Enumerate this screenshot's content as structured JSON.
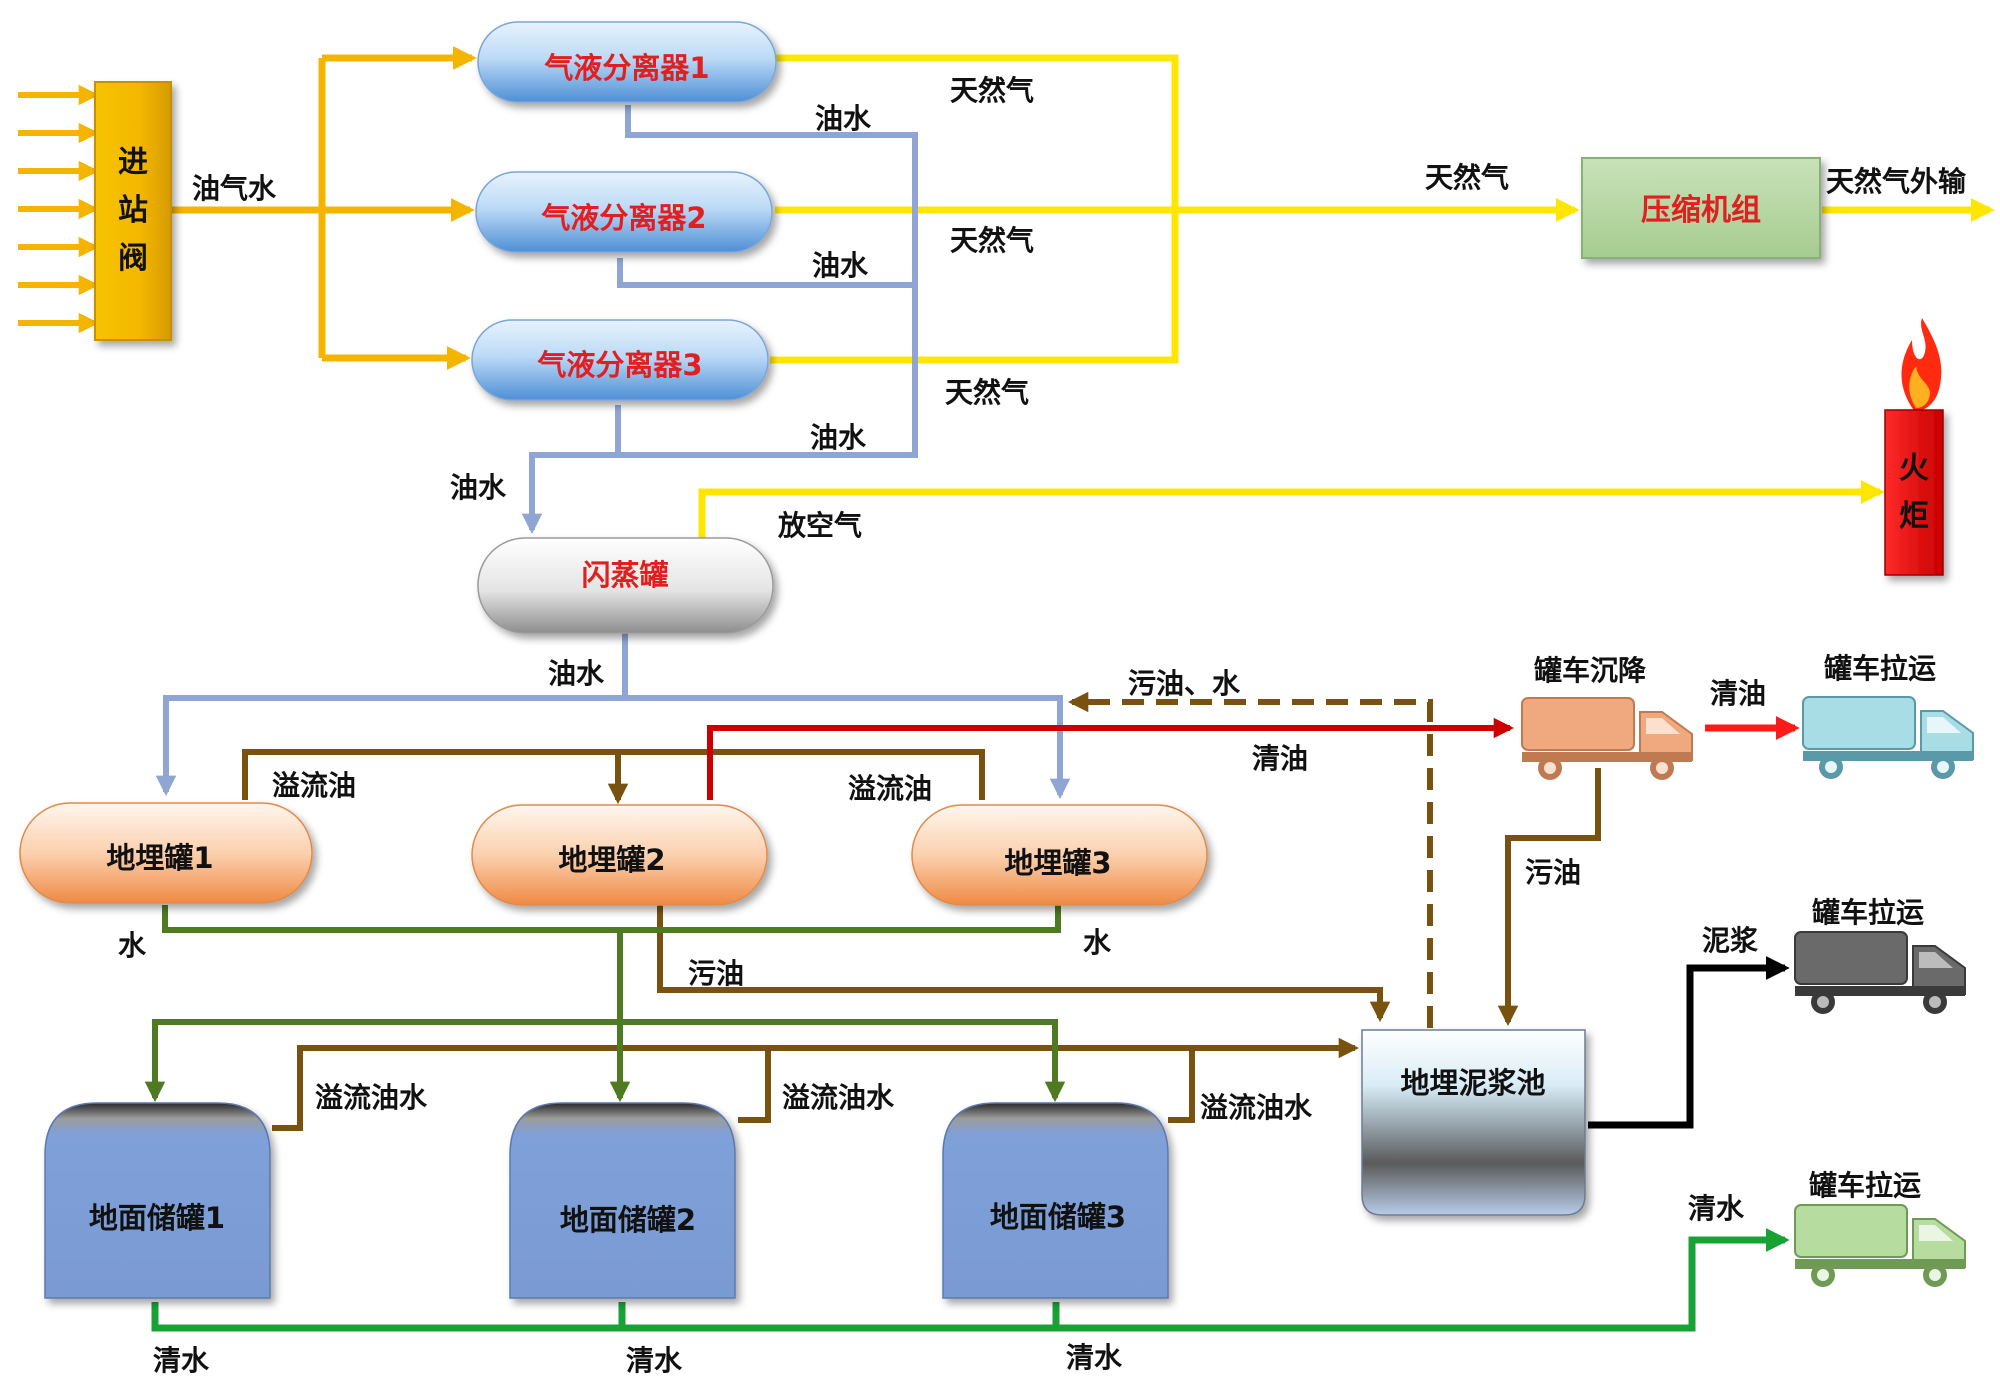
{
  "colors": {
    "gas": "#ffe600",
    "mixed": "#f5b400",
    "oil_water": "#8fa6d4",
    "overflow": "#7a5210",
    "water": "#4e7a22",
    "clean_water": "#18a236",
    "clean_oil": "#cc0000",
    "mud": "#000000",
    "title_red": "#e02020",
    "text": "#111111"
  },
  "nodes": {
    "inlet_valve": {
      "label": "进站阀"
    },
    "separator_1": {
      "label": "气液分离器1"
    },
    "separator_2": {
      "label": "气液分离器2"
    },
    "separator_3": {
      "label": "气液分离器3"
    },
    "compressor": {
      "label": "压缩机组"
    },
    "flare": {
      "label": "火炬"
    },
    "flash_tank": {
      "label": "闪蒸罐"
    },
    "buried_tank_1": {
      "label": "地埋罐1"
    },
    "buried_tank_2": {
      "label": "地埋罐2"
    },
    "buried_tank_3": {
      "label": "地埋罐3"
    },
    "surface_tank_1": {
      "label": "地面储罐1"
    },
    "surface_tank_2": {
      "label": "地面储罐2"
    },
    "surface_tank_3": {
      "label": "地面储罐3"
    },
    "mud_pool": {
      "label": "地埋泥浆池"
    },
    "settling_truck": {
      "label": "罐车沉降"
    },
    "oil_truck": {
      "label": "罐车拉运"
    },
    "mud_truck": {
      "label": "罐车拉运"
    },
    "water_truck": {
      "label": "罐车拉运"
    }
  },
  "flows": {
    "inlet": "油气水",
    "gas_1": "天然气",
    "gas_2": "天然气",
    "gas_3": "天然气",
    "gas_main": "天然气",
    "gas_export": "天然气外输",
    "sep1_oil_water": "油水",
    "sep2_oil_water": "油水",
    "sep3_oil_water": "油水",
    "flash_in": "油水",
    "vent_gas": "放空气",
    "flash_out": "油水",
    "overflow_oil_1": "溢流油",
    "overflow_oil_2": "溢流油",
    "water_1": "水",
    "water_3": "水",
    "dirty_oil_tank2": "污油",
    "dirty_oil_water_return": "污油、水",
    "clean_oil_to_settling": "清油",
    "clean_oil_to_truck": "清油",
    "dirty_oil_settling": "污油",
    "overflow_oil_water_1": "溢流油水",
    "overflow_oil_water_2": "溢流油水",
    "overflow_oil_water_3": "溢流油水",
    "mud": "泥浆",
    "clean_water_1": "清水",
    "clean_water_2": "清水",
    "clean_water_3": "清水",
    "clean_water_out": "清水"
  }
}
